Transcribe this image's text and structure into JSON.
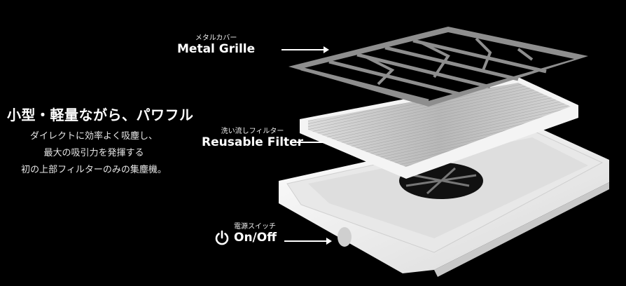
{
  "headline": "小型・軽量ながら、パワフル",
  "description": [
    "ダイレクトに効率よく吸塵し、",
    "最大の吸引力を発揮する",
    "初の上部フィルターのみの集塵機。"
  ],
  "labels": {
    "grille": {
      "jp": "メタルカバー",
      "en": "Metal Grille"
    },
    "filter": {
      "jp": "洗い流しフィルター",
      "en": "Reusable Filter"
    },
    "switch": {
      "jp": "電源スイッチ",
      "en": "On/Off",
      "icon": "power-icon"
    }
  },
  "colors": {
    "background": "#000000",
    "text": "#ffffff",
    "grille": "#8c8c8c",
    "body": "#f2f2f2"
  }
}
